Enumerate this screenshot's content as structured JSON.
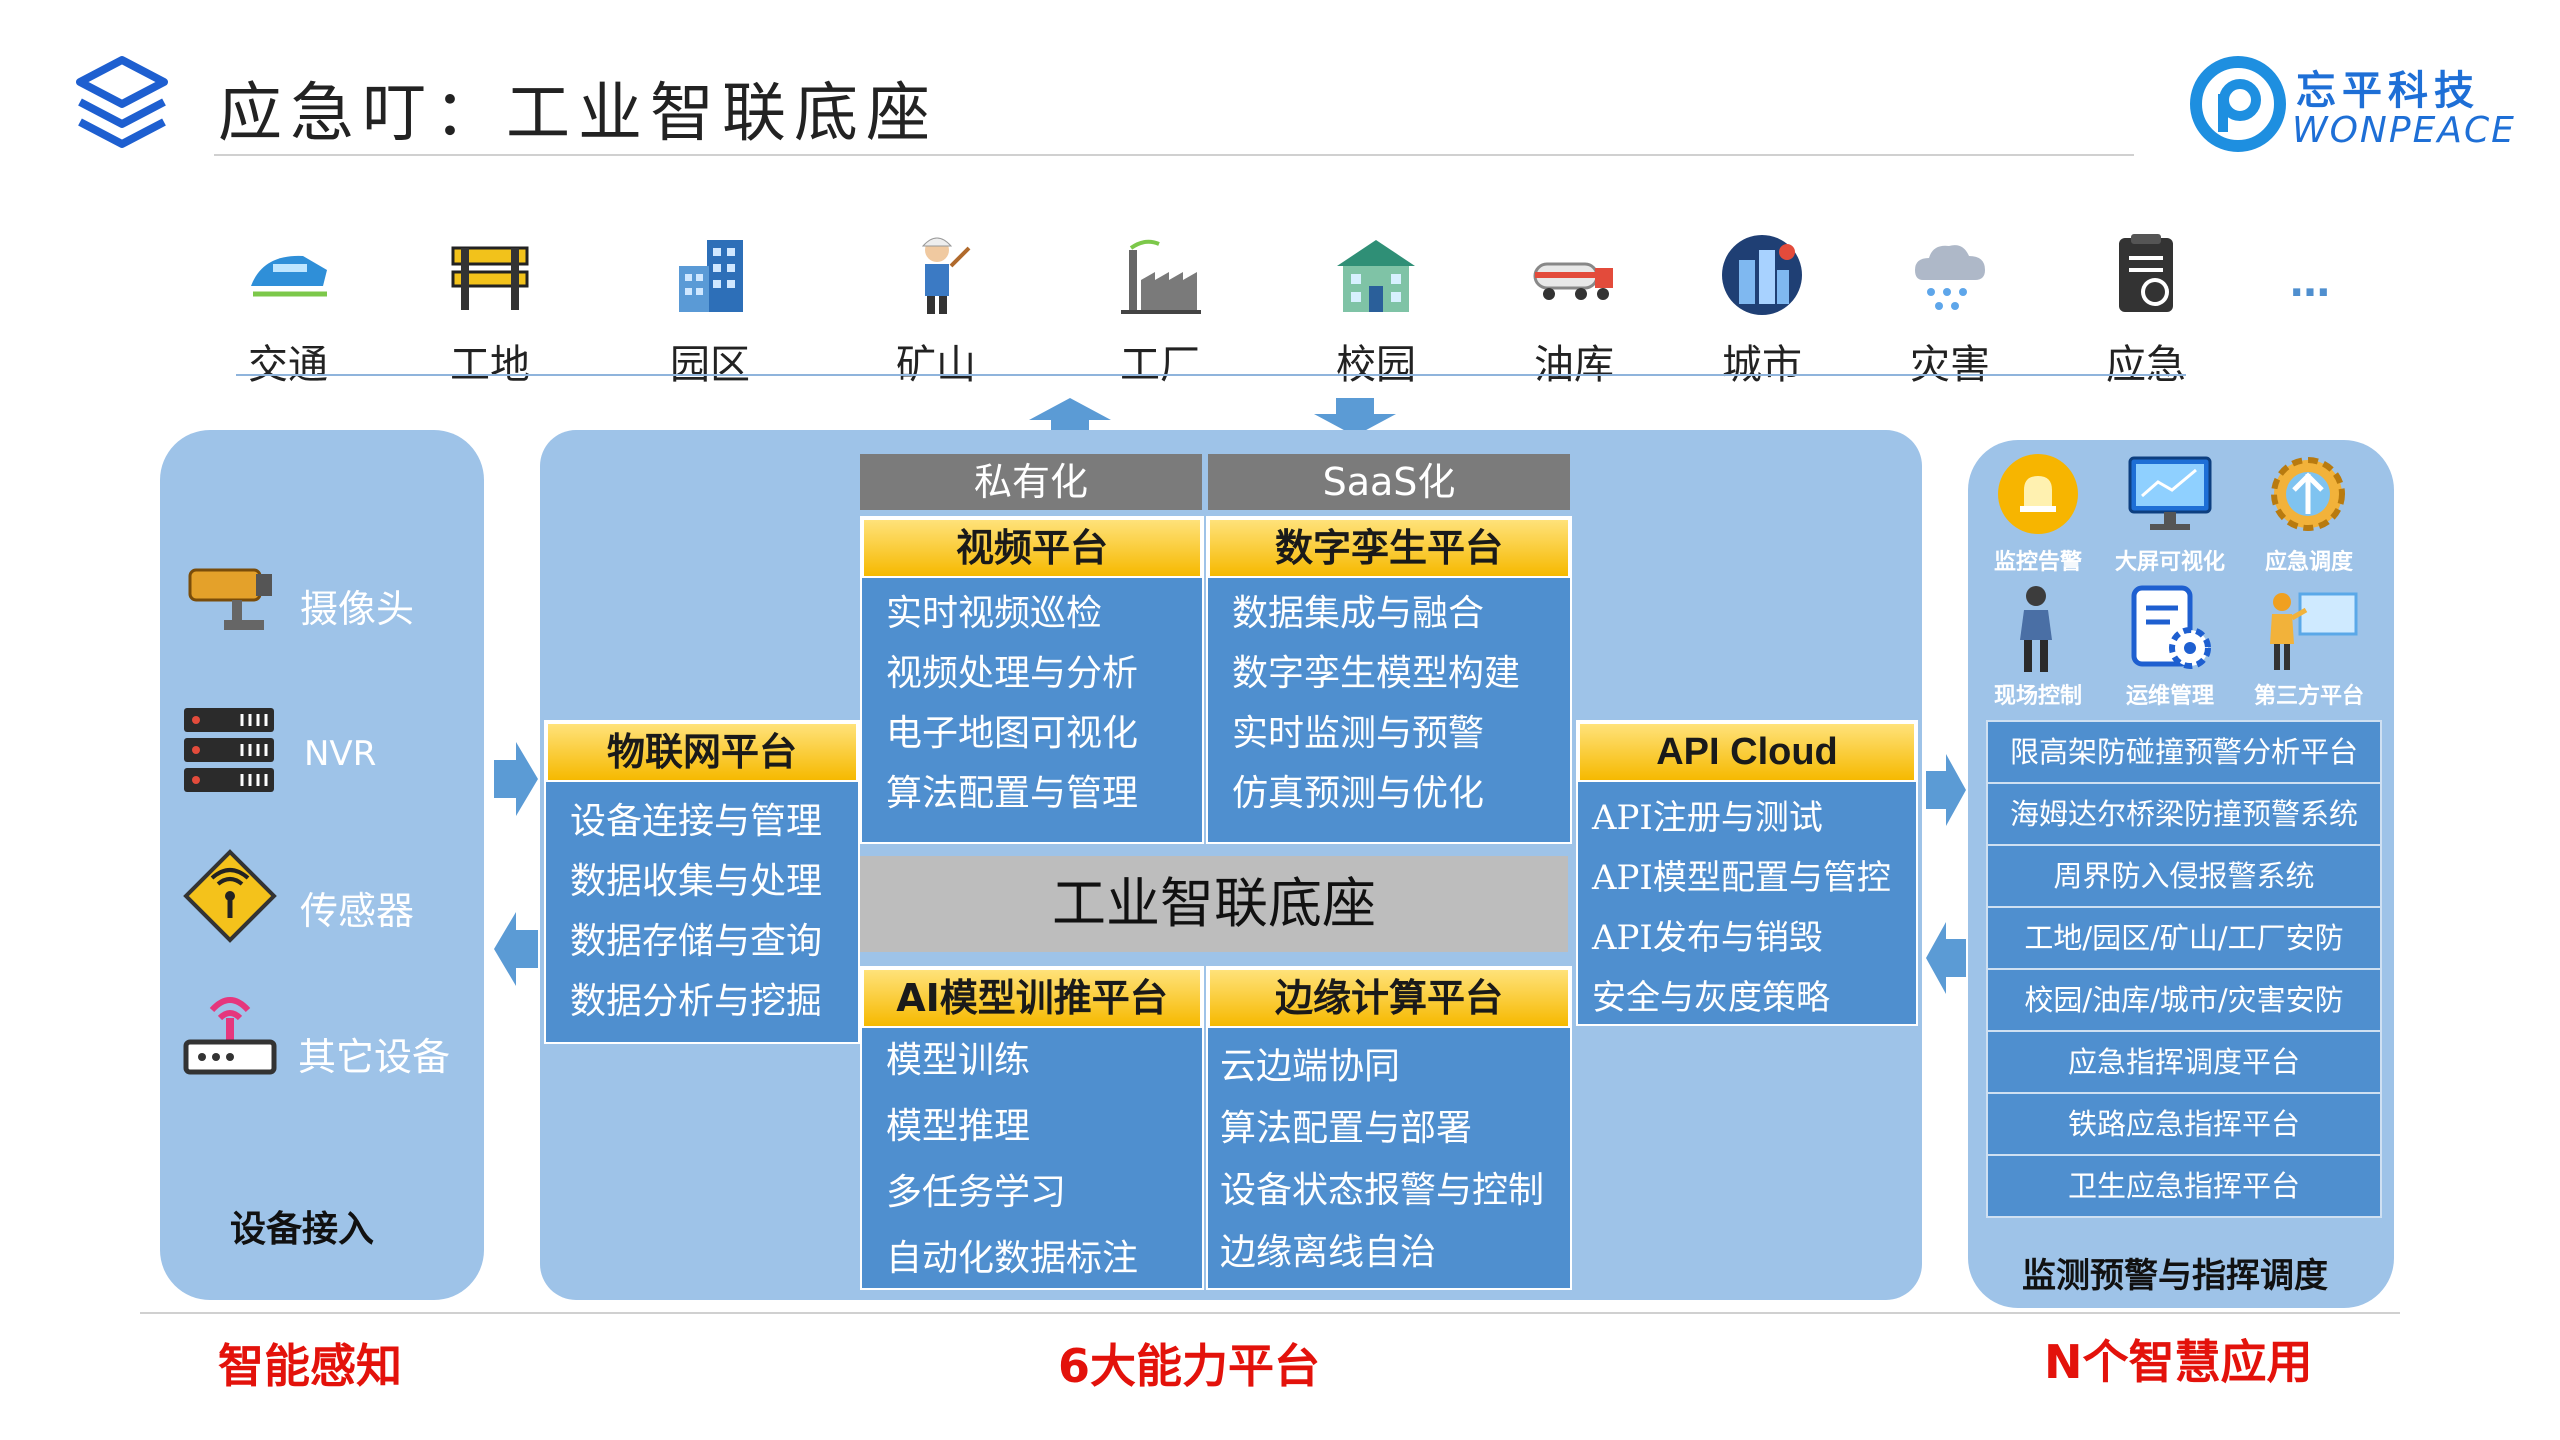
{
  "header": {
    "title": "应急叮：工业智联底座",
    "brand_cn": "忘平科技",
    "brand_en": "WONPEACE"
  },
  "scenarios": [
    "交通",
    "工地",
    "园区",
    "矿山",
    "工厂",
    "校园",
    "油库",
    "城市",
    "灾害",
    "应急"
  ],
  "scenarios_more": "…",
  "left": {
    "devices": [
      {
        "label": "摄像头",
        "icon": "camera-icon"
      },
      {
        "label": "NVR",
        "icon": "nvr-icon"
      },
      {
        "label": "传感器",
        "icon": "sensor-icon"
      },
      {
        "label": "其它设备",
        "icon": "router-icon"
      }
    ],
    "caption": "设备接入",
    "footer": "智能感知"
  },
  "center": {
    "private": "私有化",
    "saas": "SaaS化",
    "iot": {
      "title": "物联网平台",
      "items": [
        "设备连接与管理",
        "数据收集与处理",
        "数据存储与查询",
        "数据分析与挖掘"
      ]
    },
    "video": {
      "title": "视频平台",
      "items": [
        "实时视频巡检",
        "视频处理与分析",
        "电子地图可视化",
        "算法配置与管理"
      ]
    },
    "twin": {
      "title": "数字孪生平台",
      "items": [
        "数据集成与融合",
        "数字孪生模型构建",
        "实时监测与预警",
        "仿真预测与优化"
      ]
    },
    "core": "工业智联底座",
    "ai": {
      "title": "AI模型训推平台",
      "items": [
        "模型训练",
        "模型推理",
        "多任务学习",
        "自动化数据标注"
      ]
    },
    "edge": {
      "title": "边缘计算平台",
      "items": [
        "云边端协同",
        "算法配置与部署",
        "设备状态报警与控制",
        "边缘离线自治"
      ]
    },
    "api": {
      "title": "API Cloud",
      "items": [
        "API注册与测试",
        "API模型配置与管控",
        "API发布与销毁",
        "安全与灰度策略"
      ]
    },
    "footer": "6大能力平台"
  },
  "right": {
    "icons": [
      {
        "label": "监控告警",
        "icon": "alarm-icon"
      },
      {
        "label": "大屏可视化",
        "icon": "monitor-icon"
      },
      {
        "label": "应急调度",
        "icon": "dispatch-gear-icon"
      },
      {
        "label": "现场控制",
        "icon": "person-icon"
      },
      {
        "label": "运维管理",
        "icon": "ops-doc-icon"
      },
      {
        "label": "第三方平台",
        "icon": "presenter-icon"
      }
    ],
    "apps": [
      "限高架防碰撞预警分析平台",
      "海姆达尔桥梁防撞预警系统",
      "周界防入侵报警系统",
      "工地/园区/矿山/工厂安防",
      "校园/油库/城市/灾害安防",
      "应急指挥调度平台",
      "铁路应急指挥平台",
      "卫生应急指挥平台"
    ],
    "caption": "监测预警与指挥调度",
    "footer": "N个智慧应用"
  },
  "colors": {
    "panel": "#9ec3e8",
    "block": "#4f8fcf",
    "gold": "#f6b900",
    "accent_red": "#e3120b",
    "brand": "#1e6fd6"
  }
}
